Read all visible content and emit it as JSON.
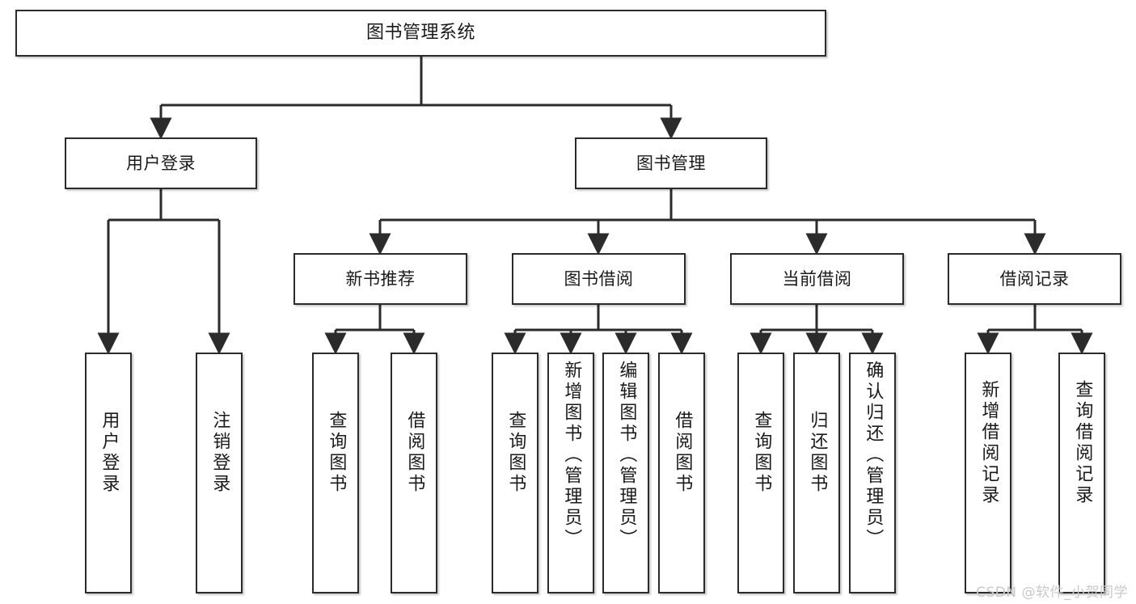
{
  "diagram": {
    "title": "图书管理系统",
    "type": "tree",
    "levels": {
      "root": {
        "label": "图书管理系统"
      },
      "level2": [
        {
          "id": "user-login",
          "label": "用户登录"
        },
        {
          "id": "book-manage",
          "label": "图书管理"
        }
      ],
      "level3": [
        {
          "id": "new-book-recommend",
          "label": "新书推荐",
          "parent": "book-manage"
        },
        {
          "id": "book-borrow",
          "label": "图书借阅",
          "parent": "book-manage"
        },
        {
          "id": "current-borrow",
          "label": "当前借阅",
          "parent": "book-manage"
        },
        {
          "id": "borrow-record",
          "label": "借阅记录",
          "parent": "book-manage"
        }
      ],
      "leaves": [
        {
          "id": "leaf-user-login",
          "label": "用户登录",
          "parent": "user-login"
        },
        {
          "id": "leaf-logout",
          "label": "注销登录",
          "parent": "user-login"
        },
        {
          "id": "leaf-query-book-1",
          "label": "查询图书",
          "parent": "new-book-recommend"
        },
        {
          "id": "leaf-borrow-book-1",
          "label": "借阅图书",
          "parent": "new-book-recommend"
        },
        {
          "id": "leaf-query-book-2",
          "label": "查询图书",
          "parent": "book-borrow"
        },
        {
          "id": "leaf-add-book",
          "label": "新增图书（管理员）",
          "parent": "book-borrow"
        },
        {
          "id": "leaf-edit-book",
          "label": "编辑图书（管理员）",
          "parent": "book-borrow"
        },
        {
          "id": "leaf-borrow-book-2",
          "label": "借阅图书",
          "parent": "book-borrow"
        },
        {
          "id": "leaf-query-book-3",
          "label": "查询图书",
          "parent": "current-borrow"
        },
        {
          "id": "leaf-return-book",
          "label": "归还图书",
          "parent": "current-borrow"
        },
        {
          "id": "leaf-confirm-return",
          "label": "确认归还（管理员）",
          "parent": "current-borrow"
        },
        {
          "id": "leaf-add-record",
          "label": "新增借阅记录",
          "parent": "borrow-record"
        },
        {
          "id": "leaf-query-record",
          "label": "查询借阅记录",
          "parent": "borrow-record"
        }
      ]
    },
    "colors": {
      "node_border": "#2b2b2b",
      "node_fill": "#ffffff",
      "edge": "#2b2b2b",
      "text": "#1a1a1a",
      "watermark": "#c9c9c9"
    }
  },
  "watermark": {
    "text": "CSDN @软件_小贺同学"
  }
}
